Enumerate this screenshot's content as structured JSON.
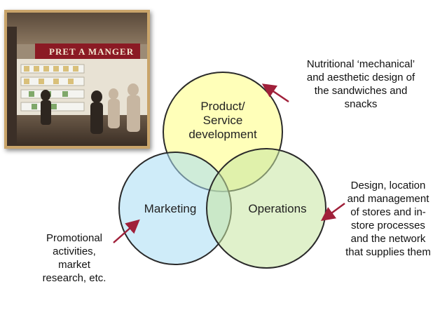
{
  "title": "The three basic",
  "photo": {
    "sign_text": "PRET A MANGER"
  },
  "diagram": {
    "circles": [
      {
        "id": "product",
        "label": "Product/\nService\ndevelopment",
        "color": "#ffff80"
      },
      {
        "id": "marketing",
        "label": "Marketing",
        "color": "#a8dcf4"
      },
      {
        "id": "operations",
        "label": "Operations",
        "color": "#c6e6a0"
      }
    ],
    "annotations": {
      "product": "Nutritional ‘mechanical’\nand aesthetic design of\nthe sandwiches and\nsnacks",
      "operations": "Design, location\nand management\nof stores and in-\nstore processes\nand the network\nthat supplies them",
      "marketing": "Promotional\nactivities,\nmarket\nresearch, etc."
    },
    "arrow_color": "#a0203a"
  }
}
